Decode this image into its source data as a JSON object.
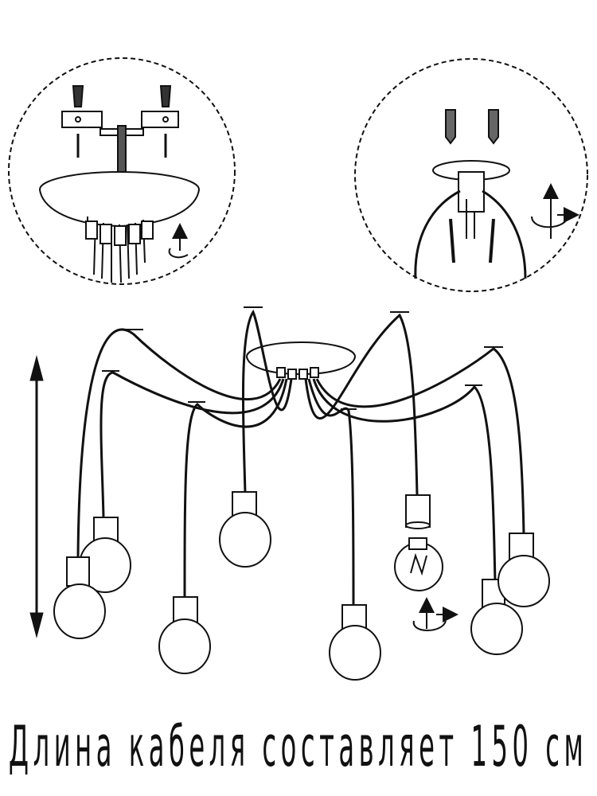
{
  "caption": "Длина кабеля составляет 150 см",
  "icons": {
    "left_inset": "ceiling-plate-mount-detail",
    "right_inset": "hook-mount-detail",
    "measure_arrow": "double-arrow-vertical",
    "rotate_arrow": "rotate-screw-icon"
  },
  "colors": {
    "line": "#111111",
    "background": "#ffffff"
  }
}
